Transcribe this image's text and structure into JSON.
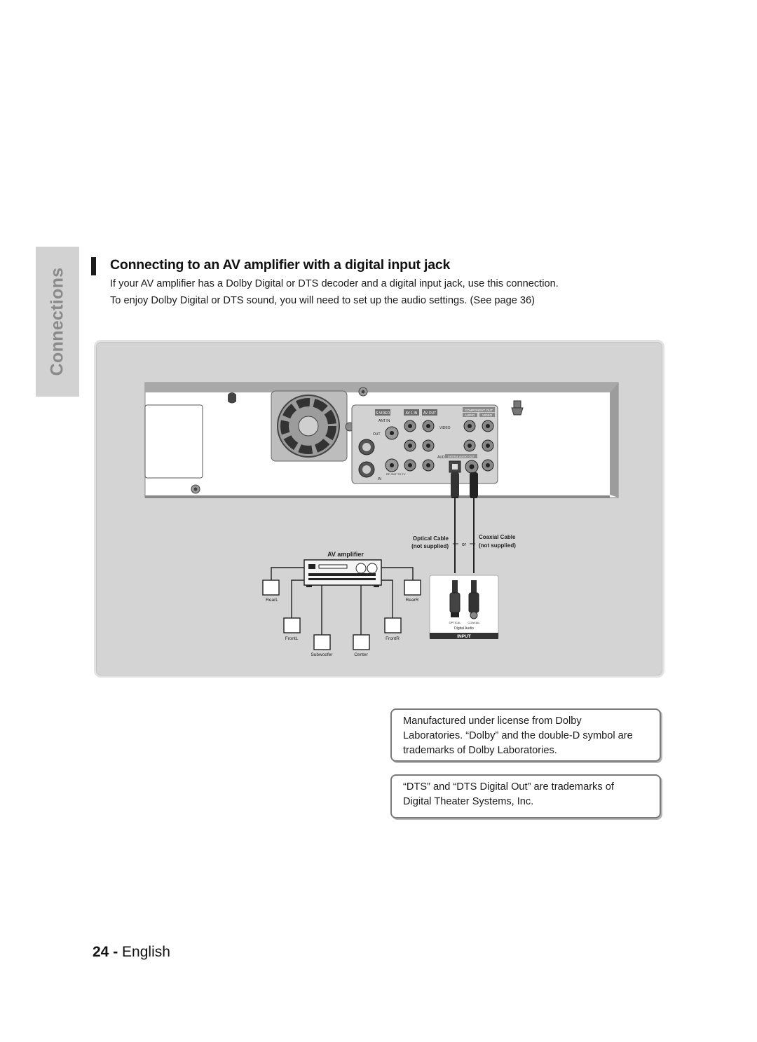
{
  "sidebar": {
    "section_label": "Connections"
  },
  "section": {
    "heading": "Connecting to an AV amplifier with a digital input jack",
    "intro_line1": "If your AV amplifier has a Dolby Digital or DTS decoder and a digital input jack, use this connection.",
    "intro_line2": "To enjoy Dolby Digital or DTS sound, you will need to set up the audio settings. (See page 36)"
  },
  "diagram": {
    "panel_labels": {
      "s_video": "S-VIDEO",
      "av1_in": "AV 1 IN",
      "av_out": "AV OUT",
      "component_out": "COMPONENT OUT",
      "audio": "AUDIO",
      "video": "VIDEO",
      "ant_in": "ANT IN",
      "out": "OUT",
      "in": "IN",
      "rf_out": "RF OUT TO TV",
      "video_side": "VIDEO",
      "audio_side": "AUDIO",
      "digital_audio_out": "DIGITAL AUDIO OUT"
    },
    "optical_cable_label": "Optical Cable",
    "optical_not_supplied": "(not supplied)",
    "or_label": "or",
    "coaxial_cable_label": "Coaxial Cable",
    "coaxial_not_supplied": "(not supplied)",
    "amplifier_label": "AV amplifier",
    "speakers": {
      "rear_left": "RearL",
      "rear_right": "RearR",
      "front_left": "FrontL",
      "front_right": "FrontR",
      "subwoofer": "Subwoofer",
      "center": "Center"
    },
    "input_panel": {
      "optical": "OPTICAL",
      "coaxial": "COAXIAL",
      "digital_audio": "Digital Audio",
      "input": "INPUT"
    }
  },
  "notes": {
    "dolby_line1": "Manufactured under license from Dolby",
    "dolby_line2": "Laboratories. “Dolby” and the double-D symbol are",
    "dolby_line3": "trademarks of Dolby Laboratories.",
    "dts_line1": "“DTS” and “DTS Digital Out” are trademarks of",
    "dts_line2": "Digital Theater Systems, Inc."
  },
  "footer": {
    "page_number": "24",
    "separator": "-",
    "language": "English"
  }
}
